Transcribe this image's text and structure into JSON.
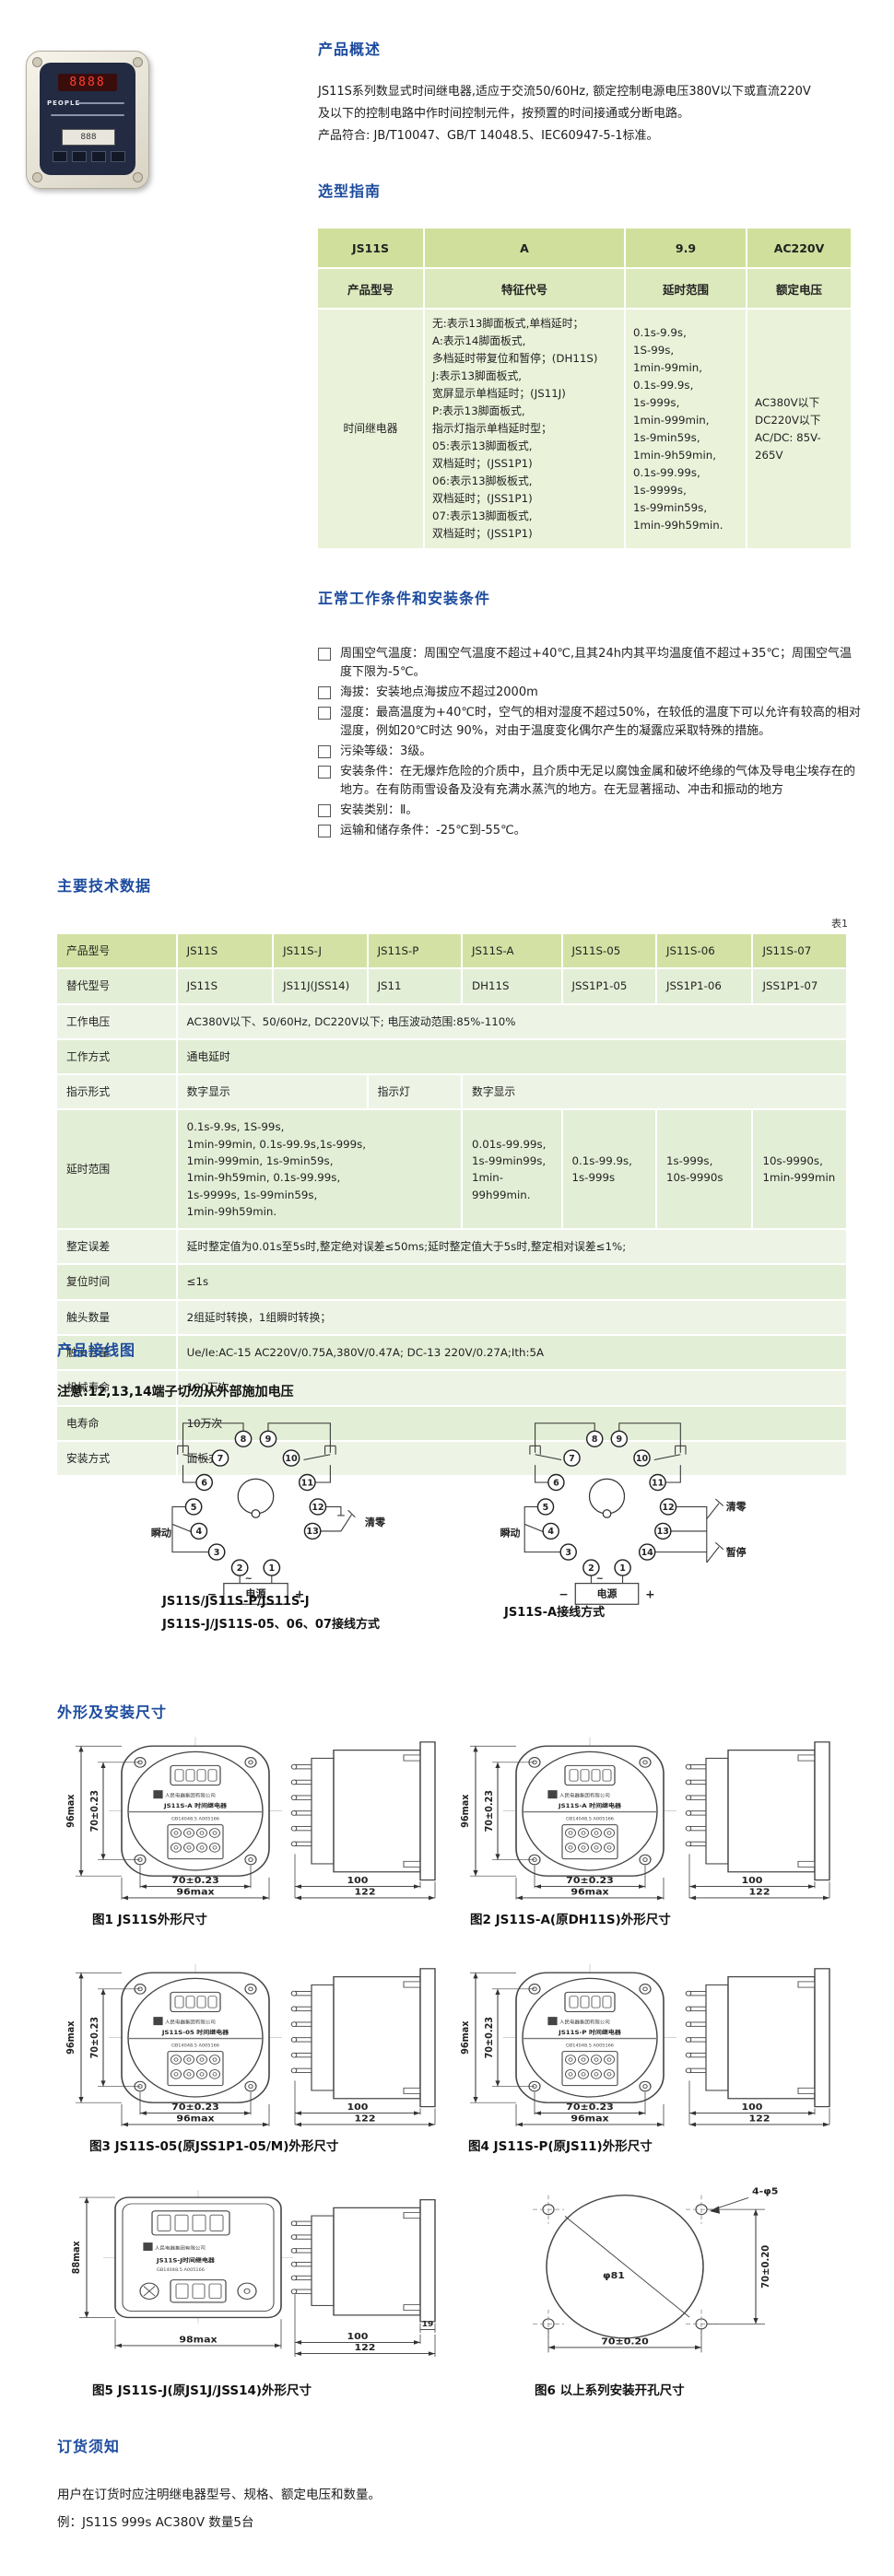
{
  "device": {
    "display": "8888",
    "brand": "PEOPLE"
  },
  "overview": {
    "heading": "产品概述",
    "text": "JS11S系列数显式时间继电器,适应于交流50/60Hz, 额定控制电源电压380V以下或直流220V\n及以下的控制电路中作时间控制元件，按预置的时间接通或分断电路。\n产品符合: JB/T10047、GB/T 14048.5、IEC60947-5-1标准。"
  },
  "selection": {
    "heading": "选型指南",
    "row1": [
      "JS11S",
      "A",
      "9.9",
      "AC220V"
    ],
    "row2": [
      "产品型号",
      "特征代号",
      "延时范围",
      "额定电压"
    ],
    "body": [
      "时间继电器",
      "无:表示13脚面板式,单档延时；\nA:表示14脚面板式,\n多档延时带复位和暂停；(DH11S)\nJ:表示13脚面板式,\n宽屏显示单档延时；(JS11J)\nP:表示13脚面板式,\n指示灯指示单档延时型；\n05:表示13脚面板式,\n双档延时；(JSS1P1)\n06:表示13脚板板式,\n双档延时；(JSS1P1)\n07:表示13脚面板式,\n双档延时；(JSS1P1)",
      "0.1s-9.9s,\n1S-99s,\n1min-99min,\n0.1s-99.9s,\n1s-999s,\n1min-999min,\n1s-9min59s,\n1min-9h59min,\n0.1s-99.99s,\n1s-9999s,\n1s-99min59s,\n1min-99h59min.",
      "AC380V以下\nDC220V以下\nAC/DC: 85V-265V"
    ]
  },
  "conditions": {
    "heading": "正常工作条件和安装条件",
    "items": [
      "周围空气温度：周围空气温度不超过+40℃,且其24h内其平均温度值不超过+35℃；周围空气温度下限为-5℃。",
      "海拔：安装地点海拔应不超过2000m",
      "湿度：最高温度为+40℃时，空气的相对湿度不超过50%，在较低的温度下可以允许有较高的相对湿度，例如20℃时达 90%，对由于温度变化偶尔产生的凝露应采取特殊的措施。",
      "污染等级：3级。",
      "安装条件：在无爆炸危险的介质中，且介质中无足以腐蚀金属和破坏绝缘的气体及导电尘埃存在的地方。在有防雨雪设备及没有充满水蒸汽的地方。在无显著摇动、冲击和振动的地方",
      "安装类别：Ⅱ。",
      "运输和储存条件：-25℃到-55℃。"
    ]
  },
  "tech": {
    "heading": "主要技术数据",
    "table_note": "表1",
    "rows": [
      {
        "label": "产品型号",
        "cells": [
          "JS11S",
          "JS11S-J",
          "JS11S-P",
          "JS11S-A",
          "JS11S-05",
          "JS11S-06",
          "JS11S-07"
        ]
      },
      {
        "label": "替代型号",
        "cells": [
          "JS11S",
          "JS11J(JSS14)",
          "JS11",
          "DH11S",
          "JSS1P1-05",
          "JSS1P1-06",
          "JSS1P1-07"
        ]
      },
      {
        "label": "工作电压",
        "cells": [
          "AC380V以下、50/60Hz, DC220V以下; 电压波动范围:85%-110%"
        ]
      },
      {
        "label": "工作方式",
        "cells": [
          "通电延时"
        ]
      },
      {
        "label": "指示形式",
        "cells": [
          "数字显示",
          "指示灯",
          "数字显示"
        ]
      },
      {
        "label": "延时范围",
        "cells": [
          "0.1s-9.9s, 1S-99s,\n1min-99min, 0.1s-99.9s,1s-999s,\n1min-999min, 1s-9min59s,\n1min-9h59min, 0.1s-99.99s,\n1s-9999s, 1s-99min59s,\n1min-99h59min.",
          "0.01s-99.99s,\n1s-99min99s,\n1min-\n99h99min.",
          "0.1s-99.9s,\n1s-999s",
          "1s-999s,\n10s-9990s",
          "10s-9990s,\n1min-999min"
        ]
      },
      {
        "label": "整定误差",
        "cells": [
          "延时整定值为0.01s至5s时,整定绝对误差≤50ms;延时整定值大于5s时,整定相对误差≤1%;"
        ]
      },
      {
        "label": "复位时间",
        "cells": [
          "≤1s"
        ]
      },
      {
        "label": "触头数量",
        "cells": [
          "2组延时转换，1组瞬时转换；"
        ]
      },
      {
        "label": "触头容量",
        "cells": [
          "Ue/Ie:AC-15  AC220V/0.75A,380V/0.47A;  DC-13  220V/0.27A;Ith:5A"
        ]
      },
      {
        "label": "机械寿命",
        "cells": [
          "100万次"
        ]
      },
      {
        "label": "电寿命",
        "cells": [
          "10万次"
        ]
      },
      {
        "label": "安装方式",
        "cells": [
          "面板式"
        ]
      }
    ]
  },
  "wiring": {
    "heading": "产品接线图",
    "note": "注意:12,13,14端子切勿从外部施加电压",
    "left": {
      "pins": [
        "8",
        "7",
        "6",
        "5",
        "4",
        "3",
        "2",
        "1",
        "9",
        "10",
        "11",
        "12",
        "13"
      ],
      "labels": {
        "instant": "瞬动",
        "clear": "清零",
        "power": "电源",
        "minus": "−",
        "plus": "+",
        "ac": "~"
      },
      "caption": "JS11S/JS11S-P/JS11S-J\nJS11S-J/JS11S-05、06、07接线方式"
    },
    "right": {
      "pins": [
        "8",
        "7",
        "6",
        "5",
        "4",
        "3",
        "2",
        "1",
        "9",
        "10",
        "11",
        "12",
        "13",
        "14"
      ],
      "labels": {
        "instant": "瞬动",
        "clear": "清零",
        "pause": "暂停",
        "power": "电源",
        "minus": "−",
        "plus": "+",
        "ac": "~"
      },
      "caption": "JS11S-A接线方式"
    }
  },
  "dimensions": {
    "heading": "外形及安装尺寸",
    "figures": [
      {
        "caption": "图1  JS11S外形尺寸",
        "face_text": "JS11S-A 时间继电器",
        "brand_text": "人民电器集团有限公司",
        "sub_text": "GB14048.5  A005166",
        "dims": {
          "height": "96max",
          "hole_v": "70±0.23",
          "hole_h": "70±0.23",
          "width": "96max",
          "depth": "100",
          "total_depth": "122"
        }
      },
      {
        "caption": "图2  JS11S-A(原DH11S)外形尺寸",
        "face_text": "JS11S-A 时间继电器",
        "brand_text": "人民电器集团有限公司",
        "sub_text": "GB14048.5  A005166",
        "dims": {
          "height": "96max",
          "hole_v": "70±0.23",
          "hole_h": "70±0.23",
          "width": "96max",
          "depth": "100",
          "total_depth": "122"
        }
      },
      {
        "caption": "图3  JS11S-05(原JSS1P1-05/M)外形尺寸",
        "face_text": "JS11S-05 时间继电器",
        "brand_text": "人民电器集团有限公司",
        "sub_text": "GB14048.5  A005166",
        "dims": {
          "height": "96max",
          "hole_v": "70±0.23",
          "hole_h": "70±0.23",
          "width": "96max",
          "depth": "100",
          "total_depth": "122"
        }
      },
      {
        "caption": "图4  JS11S-P(原JS11)外形尺寸",
        "face_text": "JS11S-P 时间继电器",
        "brand_text": "人民电器集团有限公司",
        "sub_text": "GB14048.5  A005166",
        "dims": {
          "height": "96max",
          "hole_v": "70±0.23",
          "hole_h": "70±0.23",
          "width": "96max",
          "depth": "100",
          "total_depth": "122"
        }
      },
      {
        "caption": "图5  JS11S-J(原JS1J/JSS14)外形尺寸",
        "face_text": "JS11S-J时间继电器",
        "brand_text": "人民电器集团有限公司",
        "sub_text": "GB14048.5  A005166",
        "dims": {
          "height": "88max",
          "width": "98max",
          "depth": "100",
          "total_depth": "122",
          "flange": "19"
        }
      },
      {
        "caption": "图6  以上系列安装开孔尺寸",
        "dims": {
          "holes": "4-φ5",
          "circle": "φ81",
          "span_v": "70±0.20",
          "span_h": "70±0.20"
        }
      }
    ]
  },
  "ordering": {
    "heading": "订货须知",
    "line1": "用户在订货时应注明继电器型号、规格、额定电压和数量。",
    "line2": "例：JS11S  999s  AC380V  数量5台"
  }
}
